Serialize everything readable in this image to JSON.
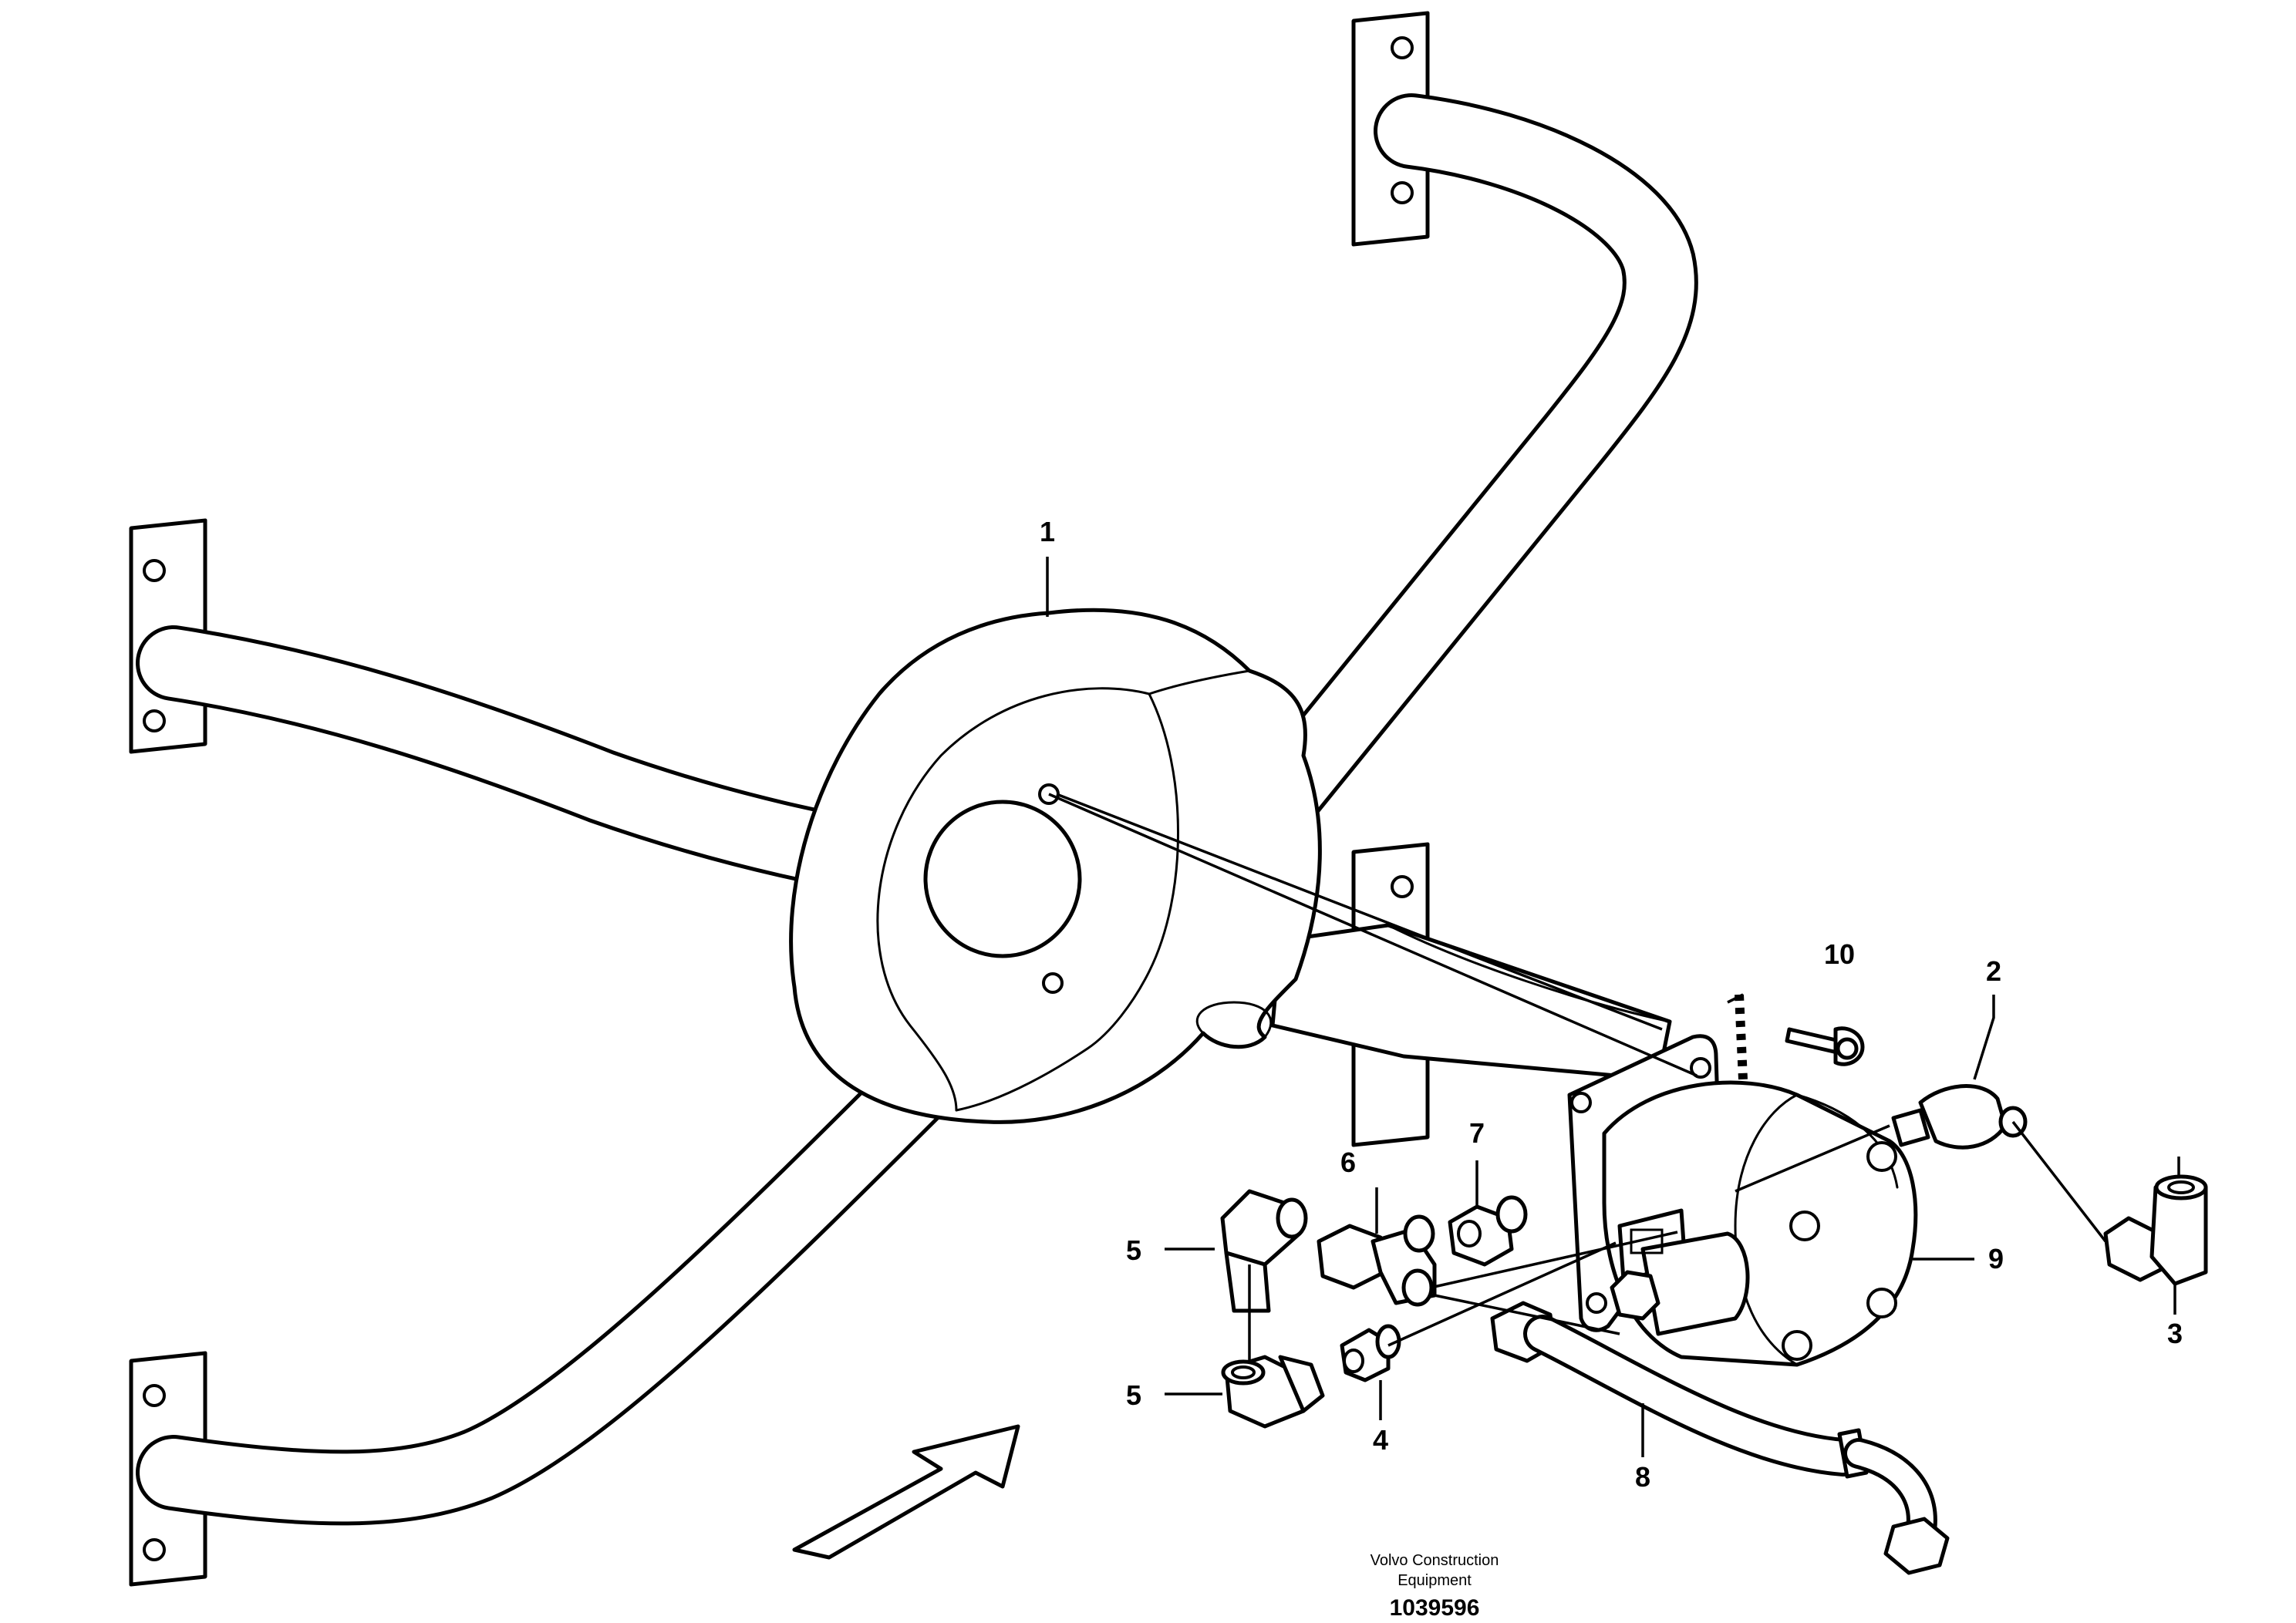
{
  "callouts": {
    "c1": "1",
    "c2": "2",
    "c3": "3",
    "c4": "4",
    "c5a": "5",
    "c5b": "5",
    "c6": "6",
    "c7": "7",
    "c8": "8",
    "c9": "9",
    "c10": "10"
  },
  "footer": {
    "brand_line1": "Volvo Construction",
    "brand_line2": "Equipment",
    "drawing_number": "1039596"
  }
}
